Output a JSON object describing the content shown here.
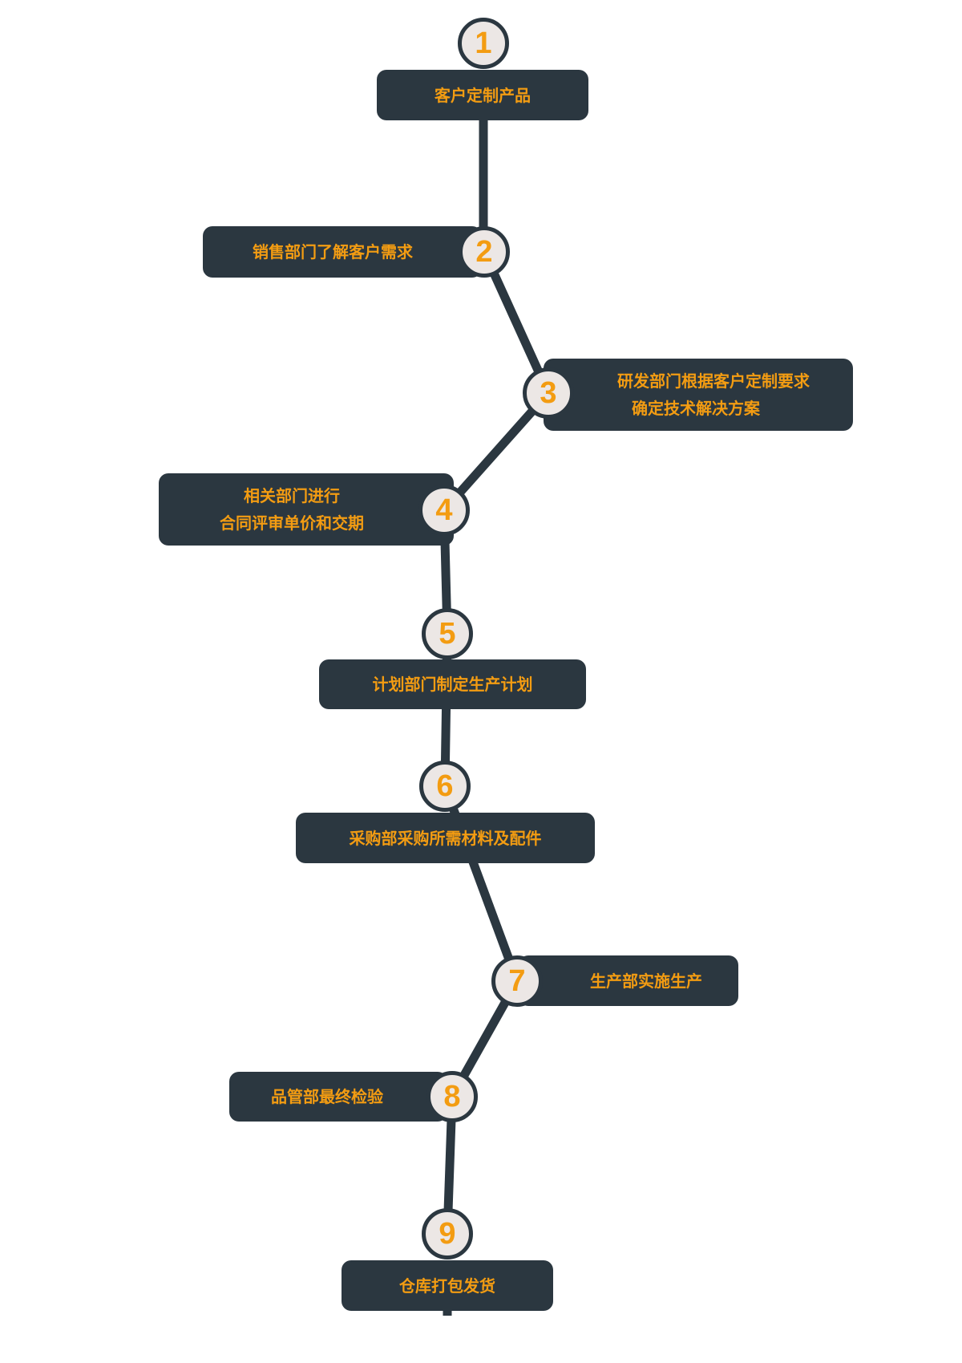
{
  "diagram": {
    "line_color": "#2b3740",
    "box_color": "#2b3740",
    "circle_fill": "#ece7e5",
    "text_color": "#f39c12",
    "steps": [
      {
        "number": "1",
        "lines": [
          "客户定制产品"
        ]
      },
      {
        "number": "2",
        "lines": [
          "销售部门了解客户需求"
        ]
      },
      {
        "number": "3",
        "lines": [
          "研发部门根据客户定制要求",
          "确定技术解决方案"
        ]
      },
      {
        "number": "4",
        "lines": [
          "相关部门进行",
          "合同评审单价和交期"
        ]
      },
      {
        "number": "5",
        "lines": [
          "计划部门制定生产计划"
        ]
      },
      {
        "number": "6",
        "lines": [
          "采购部采购所需材料及配件"
        ]
      },
      {
        "number": "7",
        "lines": [
          "生产部实施生产"
        ]
      },
      {
        "number": "8",
        "lines": [
          "品管部最终检验"
        ]
      },
      {
        "number": "9",
        "lines": [
          "仓库打包发货"
        ]
      }
    ]
  }
}
